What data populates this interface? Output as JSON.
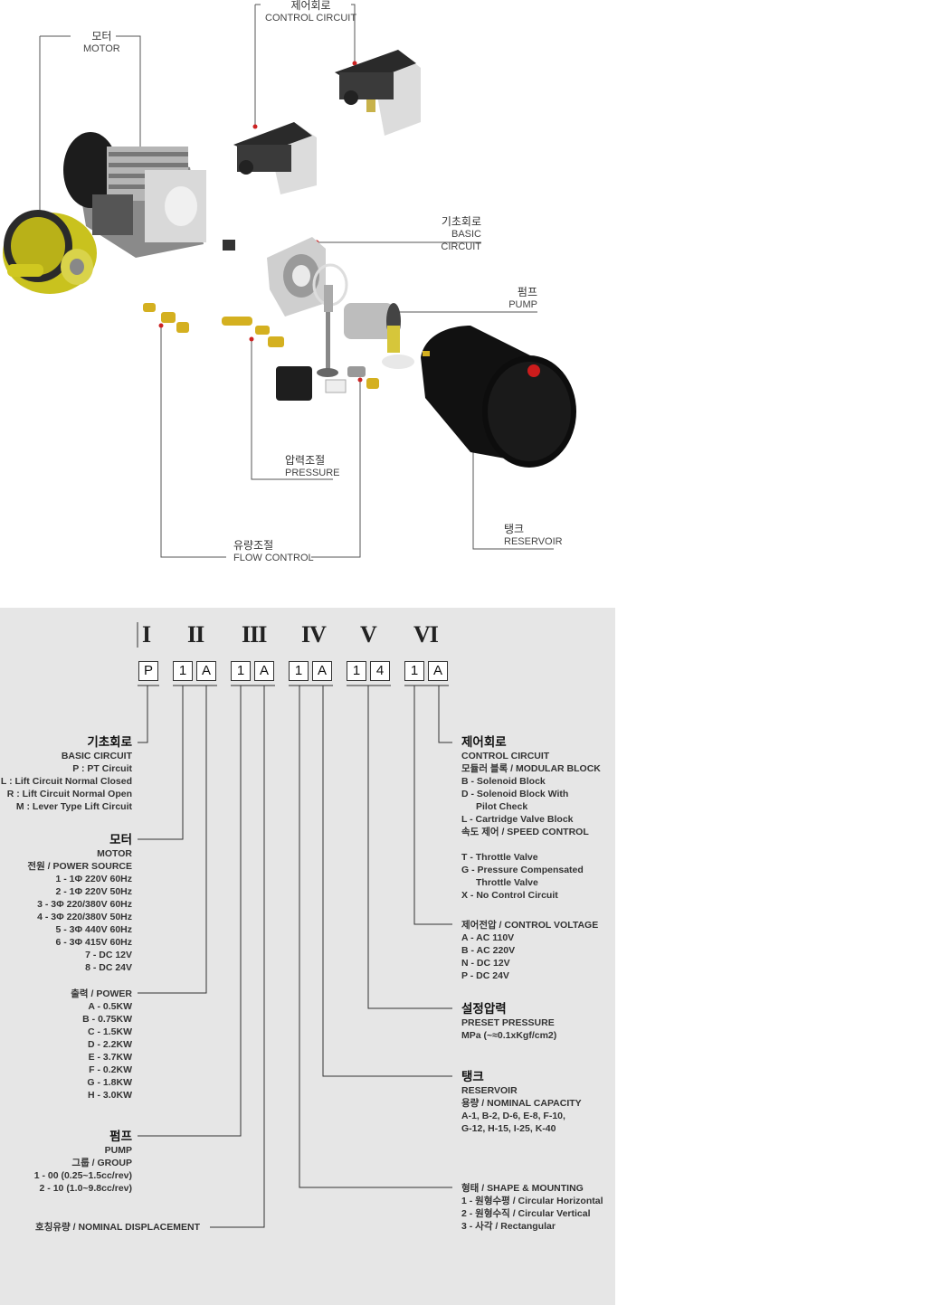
{
  "callouts": {
    "motor": {
      "ko": "모터",
      "en": "MOTOR"
    },
    "control": {
      "ko": "제어회로",
      "en": "CONTROL CIRCUIT"
    },
    "basic": {
      "ko": "기초회로",
      "en": "BASIC CIRCUIT"
    },
    "pump": {
      "ko": "펌프",
      "en": "PUMP"
    },
    "pressure": {
      "ko": "압력조절",
      "en": "PRESSURE"
    },
    "reservoir": {
      "ko": "탱크",
      "en": "RESERVOIR"
    },
    "flow": {
      "ko": "유량조절",
      "en": "FLOW CONTROL"
    }
  },
  "model_code": {
    "romans": [
      "I",
      "II",
      "III",
      "IV",
      "V",
      "VI"
    ],
    "boxes": [
      "P",
      "1",
      "A",
      "1",
      "A",
      "1",
      "A",
      "1",
      "4",
      "1",
      "A"
    ]
  },
  "left_groups": {
    "basic": {
      "title": "기초회로",
      "sub": "BASIC CIRCUIT",
      "items": [
        "P : PT Circuit",
        "L : Lift Circuit Normal Closed",
        "R : Lift Circuit Normal Open",
        "M : Lever Type Lift Circuit"
      ]
    },
    "motor": {
      "title": "모터",
      "sub": "MOTOR",
      "sub2": "전원 / POWER SOURCE",
      "items": [
        "1 - 1Φ 220V 60Hz",
        "2 - 1Φ 220V 50Hz",
        "3 - 3Φ 220/380V 60Hz",
        "4 - 3Φ 220/380V 50Hz",
        "5 - 3Φ 440V 60Hz",
        "6 - 3Φ 415V 60Hz",
        "7 - DC 12V",
        "8 - DC 24V"
      ]
    },
    "power": {
      "sub": "출력 / POWER",
      "items": [
        "A - 0.5KW",
        "B - 0.75KW",
        "C - 1.5KW",
        "D - 2.2KW",
        "E - 3.7KW",
        "F - 0.2KW",
        "G - 1.8KW",
        "H - 3.0KW"
      ]
    },
    "pump": {
      "title": "펌프",
      "sub": "PUMP",
      "sub2": "그룹 / GROUP",
      "items": [
        "1 - 00 (0.25~1.5cc/rev)",
        "2 - 10 (1.0~9.8cc/rev)"
      ]
    },
    "displacement": {
      "sub": "호칭유량 / NOMINAL DISPLACEMENT"
    }
  },
  "right_groups": {
    "control": {
      "title": "제어회로",
      "sub": "CONTROL CIRCUIT",
      "sub2": "모듈러 블록 / MODULAR BLOCK",
      "items": [
        "B - Solenoid Block",
        "D - Solenoid Block With",
        "Pilot Check",
        "L - Cartridge Valve Block"
      ],
      "sub3": "속도 제어 / SPEED CONTROL",
      "items2": [
        "T - Throttle Valve",
        "G - Pressure Compensated",
        "Throttle Valve",
        "X - No Control Circuit"
      ]
    },
    "voltage": {
      "sub": "제어전압 / CONTROL VOLTAGE",
      "items": [
        "A - AC 110V",
        "B - AC 220V",
        "N - DC 12V",
        "P - DC 24V"
      ]
    },
    "pressure": {
      "title": "설정압력",
      "sub": "PRESET PRESSURE",
      "items": [
        "MPa (~≈0.1xKgf/cm2)"
      ]
    },
    "reservoir": {
      "title": "탱크",
      "sub": "RESERVOIR",
      "sub2": "용량 / NOMINAL CAPACITY",
      "items": [
        "A-1, B-2, D-6, E-8, F-10,",
        "G-12, H-15, I-25, K-40"
      ]
    },
    "shape": {
      "sub": "형태 / SHAPE & MOUNTING",
      "items": [
        "1 - 원형수평 / Circular Horizontal",
        "2 - 원형수직 / Circular Vertical",
        "3 - 사각 / Rectangular"
      ]
    }
  }
}
